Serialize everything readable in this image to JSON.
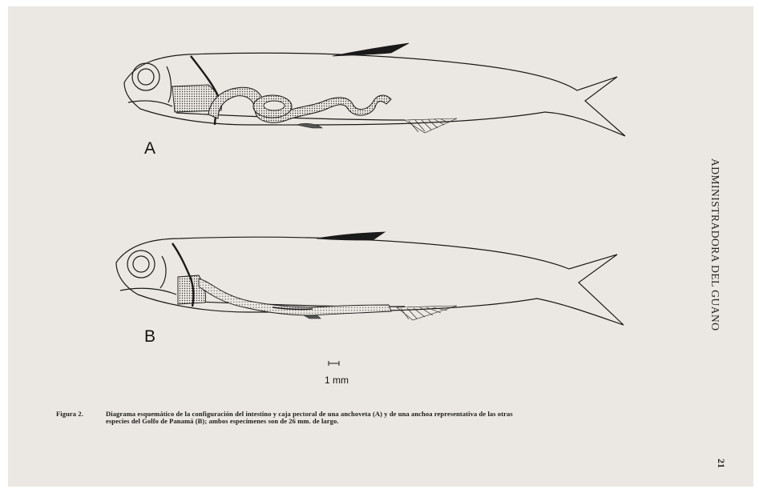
{
  "figure": {
    "label_a": "A",
    "label_b": "B",
    "scale_bar_label": "1 mm"
  },
  "caption": {
    "figure_number": "Figura 2.",
    "line1": "Diagrama esquemático de la configuración del intestino y caja pectoral de una anchoveta (A) y de una anchoa representativa de las otras",
    "line2": "especies del Golfo de Panamá (B); ambos especímenes son de 26 mm. de largo."
  },
  "running_head": "ADMINISTRADORA DEL GUANO",
  "page_number": "21"
}
